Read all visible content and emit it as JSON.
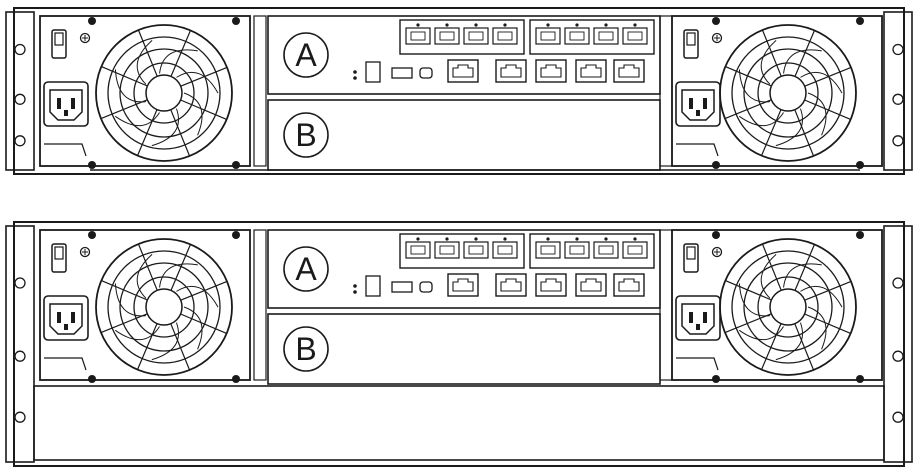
{
  "units": [
    {
      "name": "chassis-2u",
      "controllers": [
        {
          "label": "A"
        },
        {
          "label": "B"
        }
      ]
    },
    {
      "name": "chassis-3u",
      "controllers": [
        {
          "label": "A"
        },
        {
          "label": "B"
        }
      ]
    }
  ],
  "colors": {
    "line": "#1a1a1a",
    "background": "#ffffff",
    "fill_light": "#f4f4f4"
  },
  "icons": [
    "fan-icon",
    "power-inlet-icon",
    "power-switch-icon",
    "rj45-port-icon",
    "sfp-port-icon",
    "usb-port-icon",
    "mini-usb-port-icon",
    "screw-icon"
  ]
}
